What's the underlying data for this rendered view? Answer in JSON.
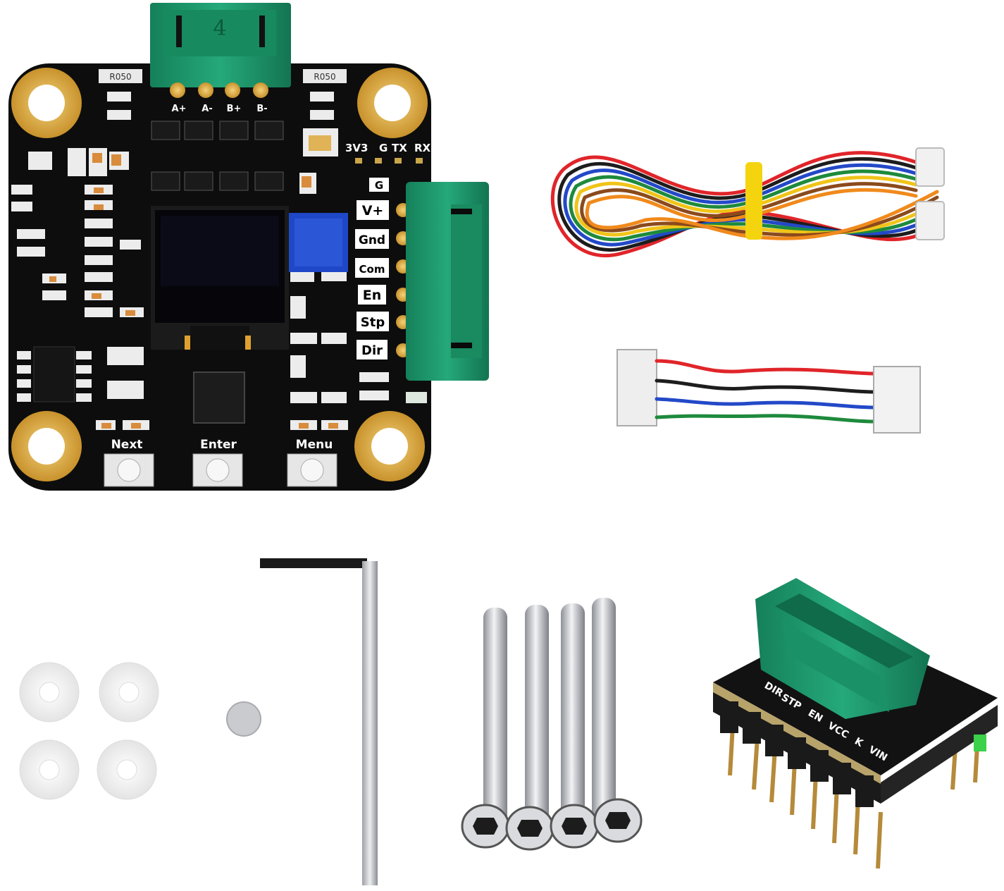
{
  "board": {
    "motor_connector_number": "4",
    "motor_pins": [
      "A+",
      "A-",
      "B+",
      "B-"
    ],
    "uart_header": [
      "3V3",
      "G",
      "TX",
      "RX"
    ],
    "ground_label": "G",
    "side_pins": [
      "V+",
      "Gnd",
      "Com",
      "En",
      "Stp",
      "Dir"
    ],
    "buttons": [
      "Next",
      "Enter",
      "Menu"
    ],
    "resistor_marking": "R050"
  },
  "adapter": {
    "pins": [
      "DIR",
      "STP",
      "EN",
      "VCC",
      "K",
      "VIN"
    ]
  },
  "colors": {
    "pcb": "#0d0d0d",
    "connector_green": "#1f9a6e",
    "gold": "#d8a73a",
    "oled": "#0a0a12",
    "potentiometer": "#1f48c8",
    "cable_colors": [
      "#e0252a",
      "#1d1d1d",
      "#2349c8",
      "#1e8a3c",
      "#f0c419",
      "#8b4a1c",
      "#f08a1c"
    ]
  }
}
